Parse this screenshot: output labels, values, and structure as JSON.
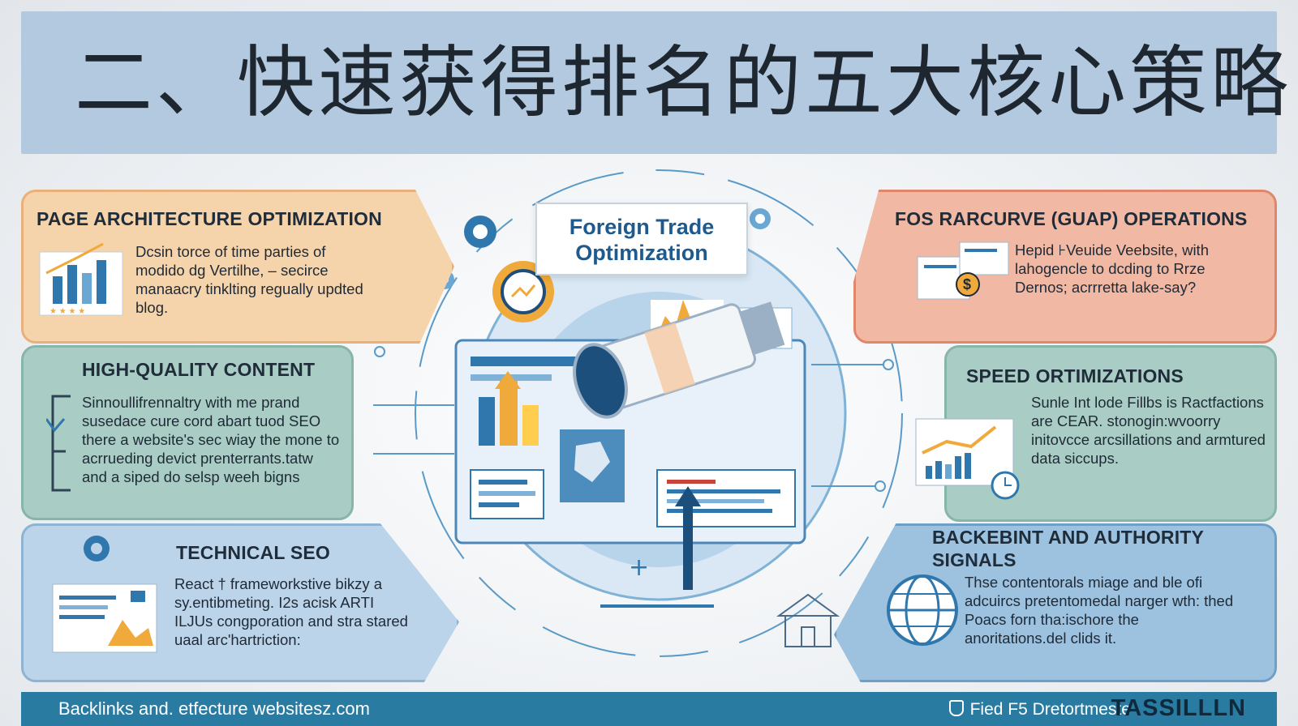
{
  "header": {
    "title": "二、快速获得排名的五大核心策略"
  },
  "hub": {
    "label": "Foreign Trade Optimization"
  },
  "panels": {
    "page_architecture": {
      "title": "PAGE ARCHITECTURE OPTIMIZATION",
      "text": "Dcsin torce of time parties of modido dg Vertilhe, – secirce manaacry tinklting regually updted blog."
    },
    "high_quality_content": {
      "title": "HIGH-QUALITY CONTENT",
      "text": "Sinnoullifrennaltry with me prand susedace cure cord abart tuod SEO there a website's sec wiay the mone to acrrueding devict prenterrants.tatw and a siped do selsp weeh bigns"
    },
    "technical_seo": {
      "title": "TECHNICAL SEO",
      "text": "React † frameworkstive bikzy a sy.entibmeting. I2s acisk ARTI ILJUs congporation and stra stared uaal arc'hartriction:"
    },
    "fos_operations": {
      "title": "FOS RARCURVE (GUAP) OPERATIONS",
      "text": "Hepid ⊦Veuide Veebsite, with lahogencle to dcding to Rrze Dernos; acrrretta lake-say?"
    },
    "speed_optimizations": {
      "title": "SPEED ORTIMIZATIONS",
      "text": "Sunle Int lode Fillbs is Ractfactions are CEAR. stonogin:wvoorry initovcce arcsillations and armtured data siccups."
    },
    "backlinks_authority": {
      "title": "BACKEBINT AND AUTHORITY SIGNALS",
      "text": "Thse contentorals miage and ble ofi adcuircs pretentomedal narger wth: thed Poacs forn tha:ischore the anoritations.del clids it."
    }
  },
  "footer": {
    "left": "Backlinks and. etfecture websitesz.com",
    "right": "Fied F5 Dretortmeste",
    "brand": "TASSILLLN"
  },
  "colors": {
    "header_bg": "#b3c9df",
    "orange_panel": "#f5d3ab",
    "teal_panel": "#a9cdc4",
    "blue_panel": "#bcd4ea",
    "salmon_panel": "#f1b9a4",
    "footer_bg": "#2a7ba1"
  },
  "icons": {
    "page_architecture": "bar-chart-icon",
    "high_quality_content": "bracket-arrow-icon",
    "technical_seo": "gear-lock-document-icon",
    "fos_operations": "money-document-icon",
    "speed_optimizations": "growth-chart-clock-icon",
    "backlinks_authority": "globe-icon",
    "hub": "telescope-dashboard-icon"
  }
}
